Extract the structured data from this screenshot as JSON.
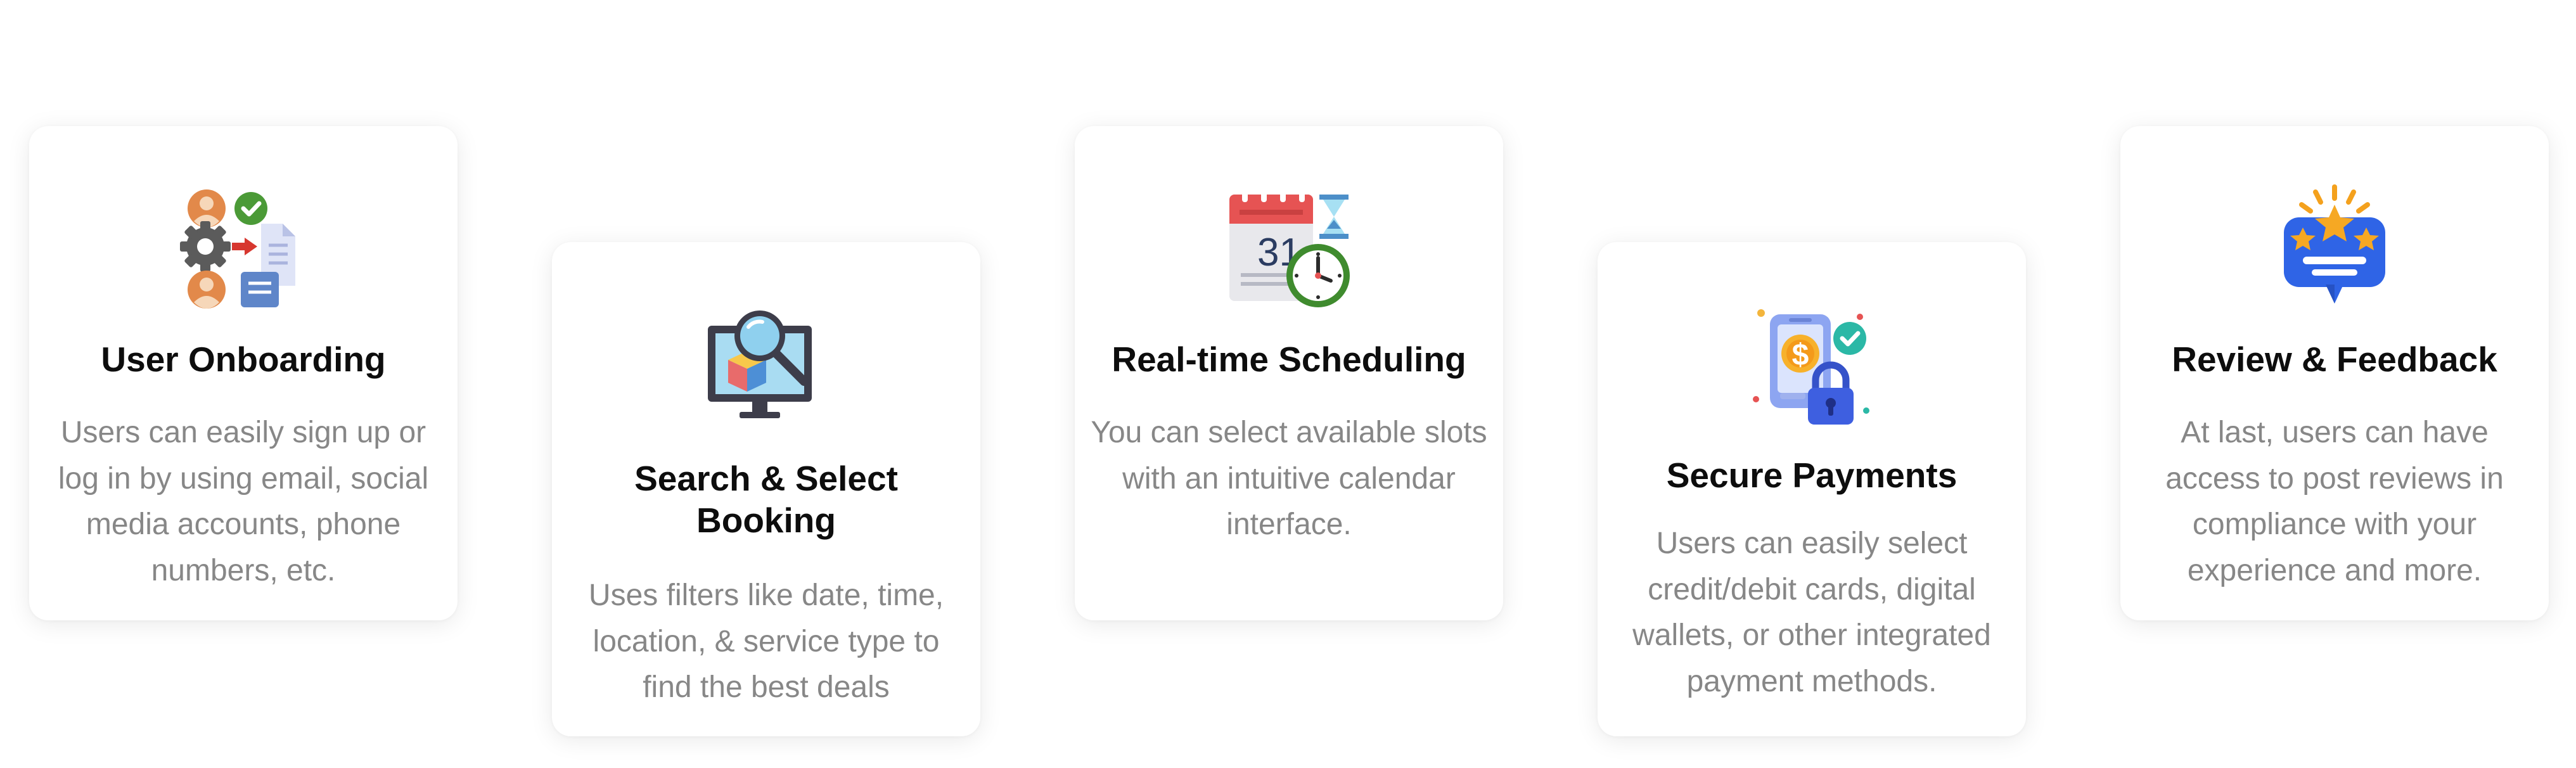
{
  "features": [
    {
      "icon": "user-onboarding-icon",
      "title": "User Onboarding",
      "description": "Users can easily sign up or log in by using email, social media accounts, phone numbers, etc."
    },
    {
      "icon": "search-booking-icon",
      "title": "Search & Select Booking",
      "description": "Uses filters like date, time, location, & service type to find the best deals"
    },
    {
      "icon": "calendar-clock-icon",
      "title": "Real-time Scheduling",
      "description": "You can select available slots with an intuitive calendar interface."
    },
    {
      "icon": "secure-payment-icon",
      "title": "Secure Payments",
      "description": "Users can easily select credit/debit cards, digital wallets, or other integrated payment methods."
    },
    {
      "icon": "review-feedback-icon",
      "title": "Review & Feedback",
      "description": "At last, users can have access to post reviews in compliance with your experience and more."
    }
  ],
  "colors": {
    "title": "#0d0d0d",
    "description": "#878787",
    "card_background": "#ffffff"
  }
}
